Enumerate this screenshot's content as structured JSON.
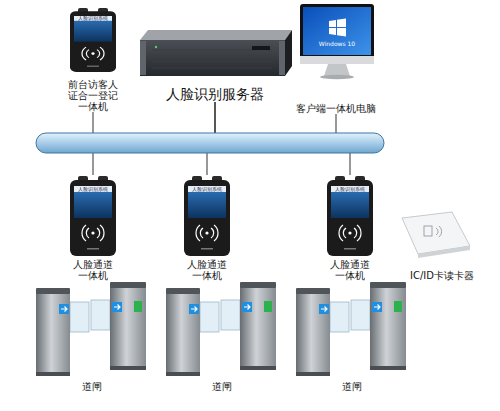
{
  "diagram": {
    "nodes": [
      {
        "text": [
          "前台访客人证合一登记一体机"
        ]
      },
      {
        "text": [
          "人脸识别服务器"
        ]
      },
      {
        "text": [
          "客户端一体机电脑"
        ]
      },
      {
        "text": [
          "人脸通道一体机"
        ]
      },
      {
        "text": [
          "人脸通道一体机"
        ]
      },
      {
        "text": [
          "人脸通道一体机"
        ]
      },
      {
        "text": [
          "IC/ID卡读卡器"
        ]
      },
      {
        "text": [
          "道闸"
        ]
      },
      {
        "text": [
          "道闸"
        ]
      },
      {
        "text": [
          "道闸"
        ]
      }
    ],
    "edges": [
      {
        "from": 1,
        "to": 0,
        "arrow": "none"
      },
      {
        "from": 1,
        "to": 2,
        "arrow": "none"
      },
      {
        "from": 1,
        "to": 3,
        "arrow": "none"
      },
      {
        "from": 1,
        "to": 4,
        "arrow": "none"
      },
      {
        "from": 1,
        "to": 5,
        "arrow": "none"
      }
    ],
    "labels": [
      "人脸识别系统",
      "人脸识别系统",
      "人脸识别系统",
      "人脸识别系统",
      "Windows 10"
    ]
  }
}
